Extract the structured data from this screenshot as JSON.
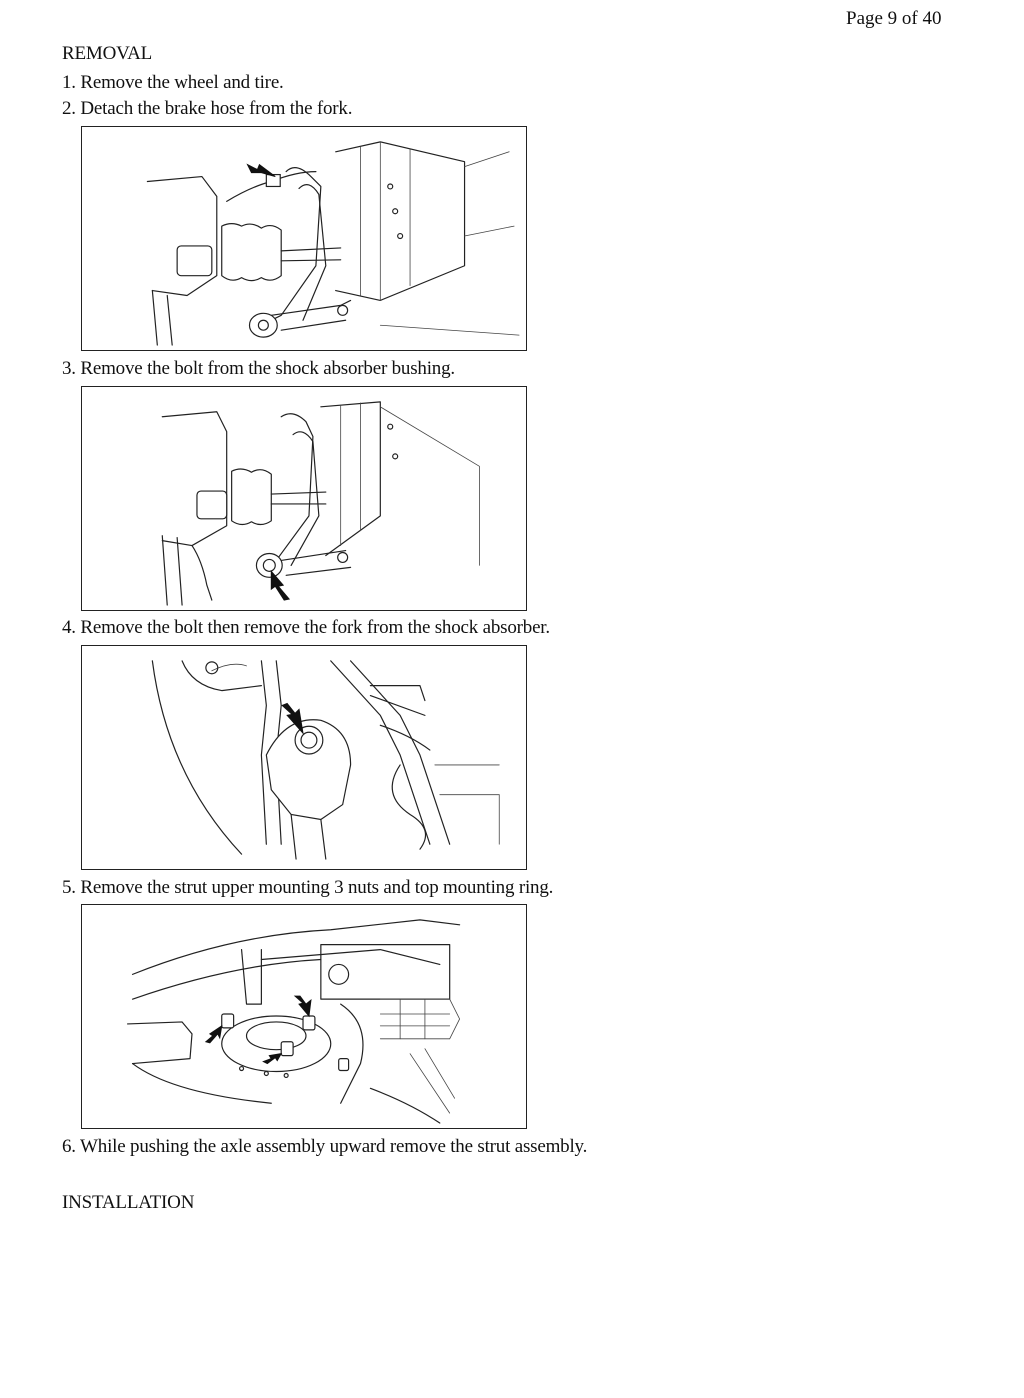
{
  "page": {
    "number_label": "Page 9 of 40"
  },
  "removal": {
    "heading": "REMOVAL",
    "steps": [
      "1. Remove the wheel and tire.",
      "2. Detach the brake hose from the fork.",
      "3. Remove the bolt from the shock absorber bushing.",
      "4. Remove the bolt then remove the fork from the shock absorber.",
      "5. Remove the strut upper mounting 3 nuts and top mounting ring.",
      "6. While pushing the axle assembly upward remove the strut assembly."
    ]
  },
  "installation": {
    "heading": "INSTALLATION"
  }
}
